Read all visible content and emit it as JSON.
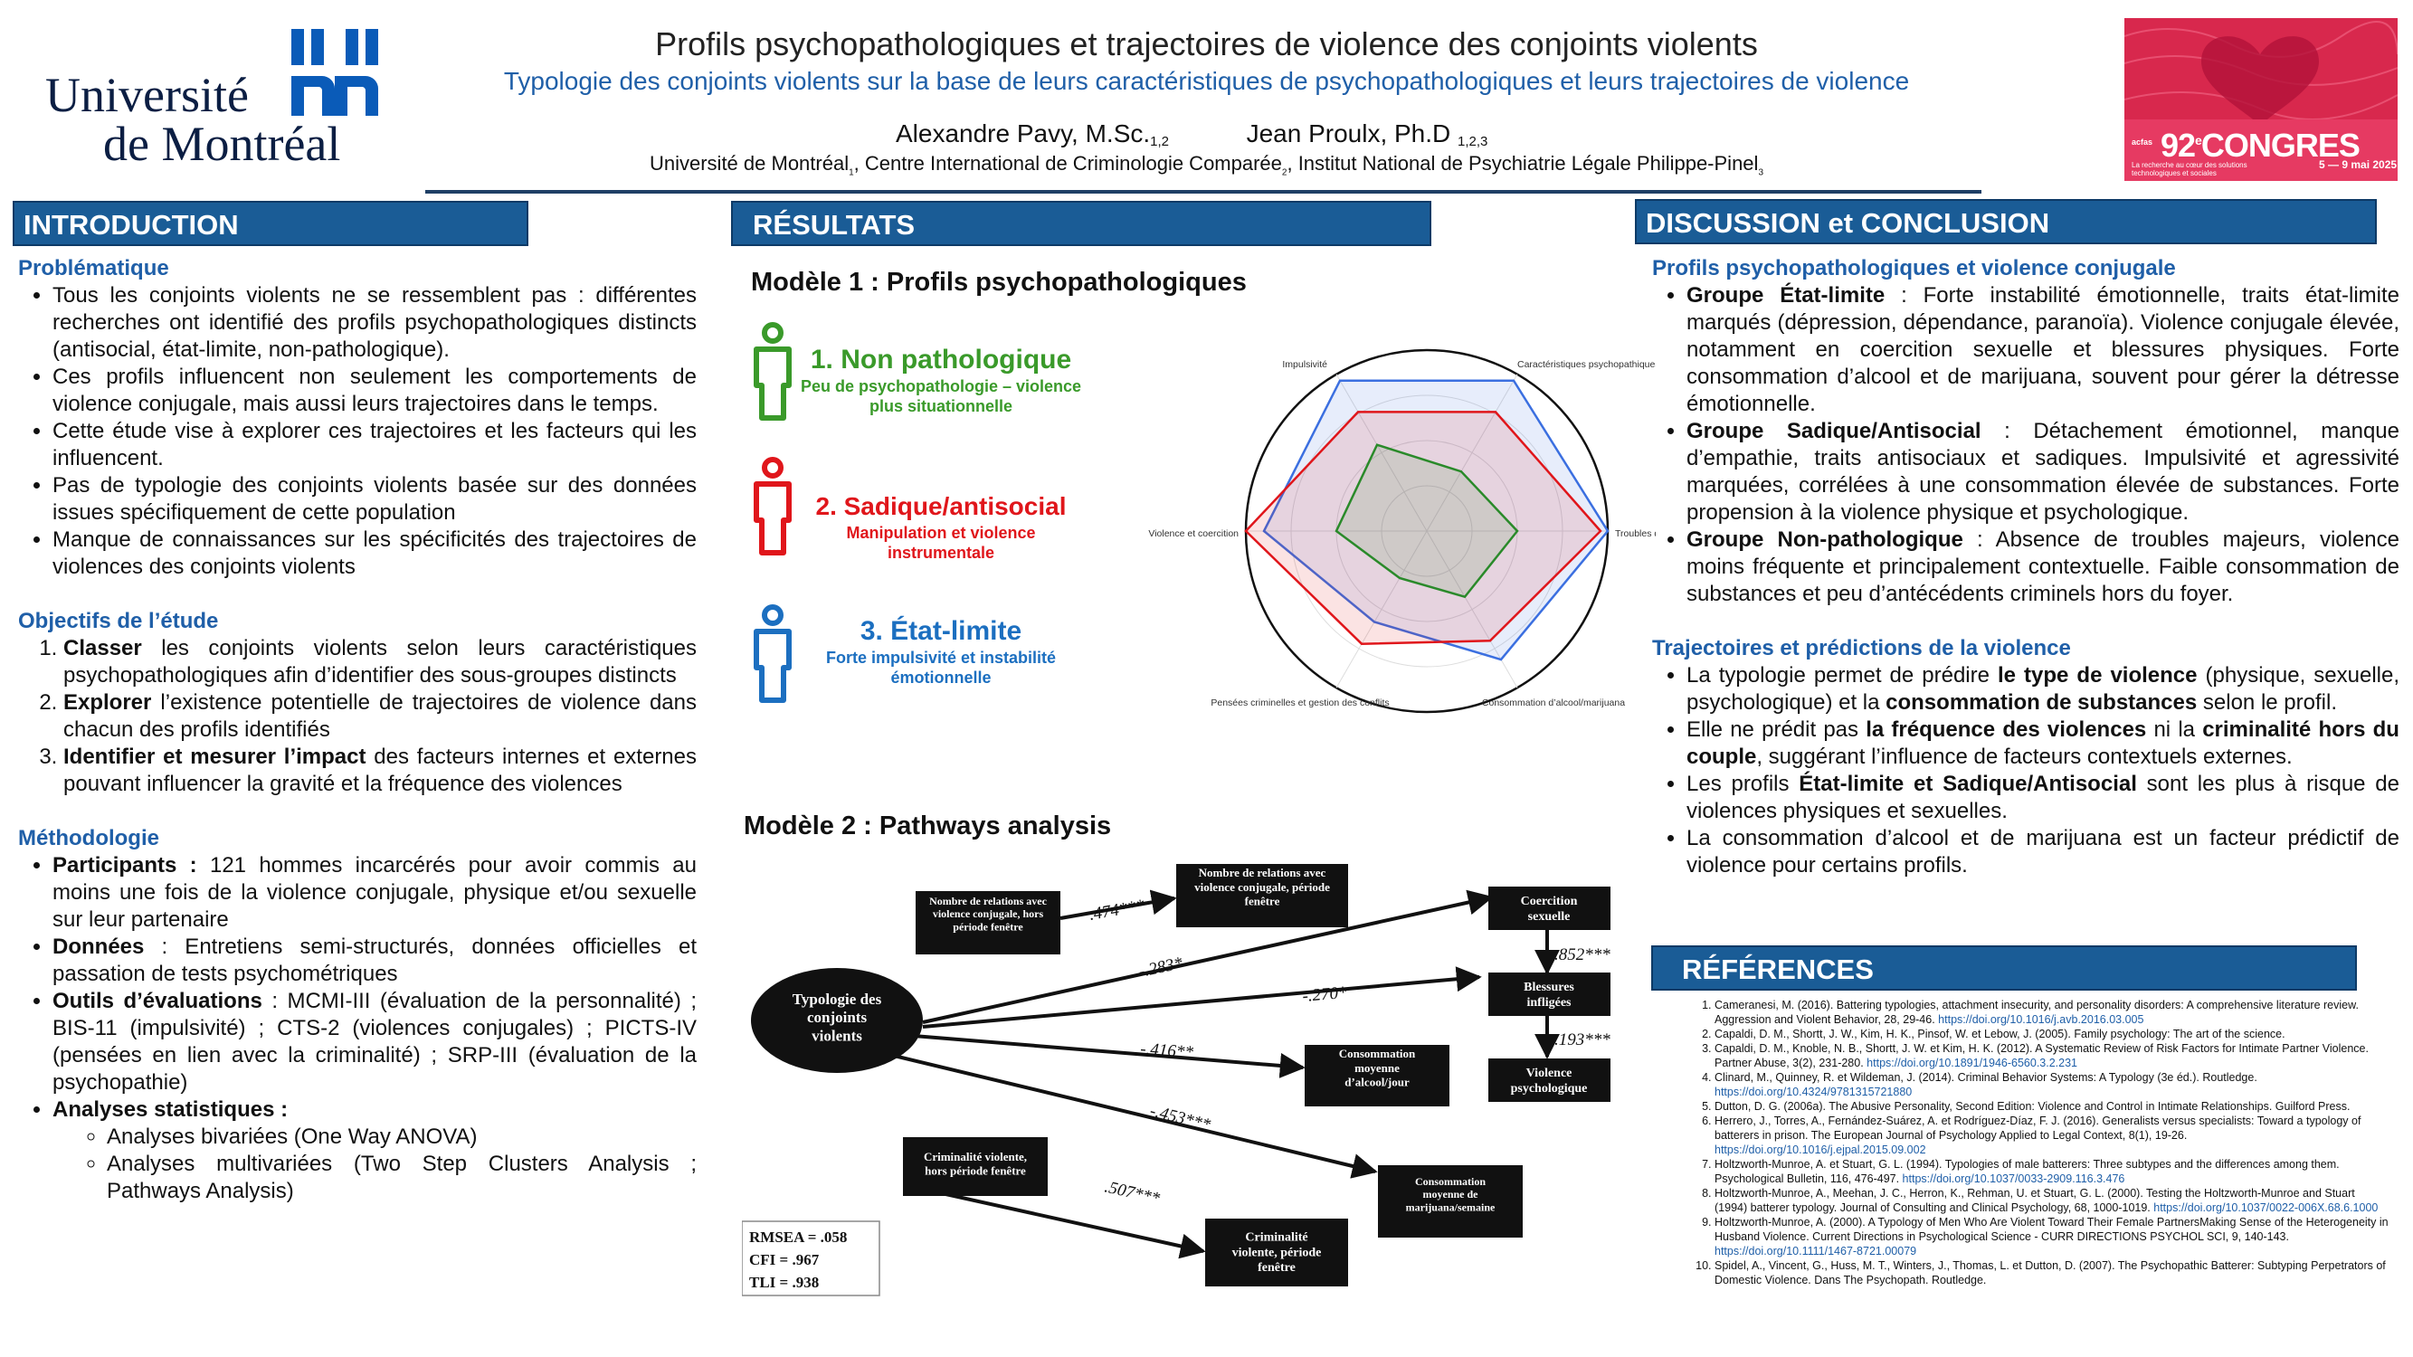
{
  "header": {
    "title": "Profils psychopathologiques et trajectoires de violence des conjoints violents",
    "subtitle": "Typologie des conjoints violents sur la base de leurs caractéristiques de psychopathologiques et leurs trajectoires de violence",
    "author1": "Alexandre Pavy, M.Sc.",
    "author1_aff": "1,2",
    "author2": "Jean Proulx, Ph.D",
    "author2_aff": "1,2,3",
    "inst1": "Université de Montréal",
    "inst2": ", Centre International de Criminologie Comparée",
    "inst3": ", Institut National de Psychiatrie Légale Philippe-Pinel",
    "sup1": "1",
    "sup2": "2",
    "sup3": "3"
  },
  "logo": {
    "line1": "Université",
    "line2": "de Montréal",
    "congres_num": "92",
    "congres_word": "CONGRES",
    "congres_tag": "La recherche au cœur des solutions technologiques et sociales",
    "congres_dates": "5 — 9 mai 2025",
    "congres_brand": "acfas"
  },
  "intro": {
    "heading": "INTRODUCTION",
    "problem_title": "Problématique",
    "problem_items": [
      "Tous les conjoints violents ne se ressemblent pas : différentes recherches ont identifié des profils psychopathologiques distincts (antisocial, état-limite, non-pathologique).",
      "Ces profils influencent non seulement les comportements de violence conjugale, mais aussi leurs trajectoires dans le temps.",
      "Cette étude vise à explorer ces trajectoires et les facteurs qui les influencent.",
      "Pas de typologie des conjoints violents basée sur des données issues spécifiquement de cette population",
      "Manque de connaissances sur les spécificités des trajectoires de violences des conjoints violents"
    ],
    "objectives_title": "Objectifs de l’étude",
    "objectives": [
      {
        "bold": "Classer",
        "text": " les conjoints violents selon leurs caractéristiques psychopathologiques afin d’identifier des sous-groupes distincts"
      },
      {
        "bold": "Explorer",
        "text": " l’existence potentielle de trajectoires de violence dans chacun des profils identifiés"
      },
      {
        "bold": "Identifier et mesurer l’impact",
        "text": " des facteurs internes et externes pouvant influencer la gravité et la fréquence des violences"
      }
    ],
    "method_title": "Méthodologie",
    "method_items": [
      {
        "bold": "Participants :",
        "text": " 121 hommes incarcérés pour avoir commis au moins une fois de la violence conjugale, physique et/ou sexuelle sur leur partenaire"
      },
      {
        "bold": "Données",
        "text": " : Entretiens semi-structurés, données officielles et passation de tests psychométriques"
      },
      {
        "bold": "Outils d’évaluations",
        "text": " : MCMI-III (évaluation de la personnalité) ; BIS-11 (impulsivité) ; CTS-2 (violences conjugales) ; PICTS-IV (pensées en lien avec la criminalité) ; SRP-III (évaluation de la psychopathie)"
      },
      {
        "bold": "Analyses statistiques :",
        "text": ""
      }
    ],
    "analyses": [
      "Analyses bivariées (One Way ANOVA)",
      "Analyses multivariées (Two Step Clusters Analysis ; Pathways Analysis)"
    ]
  },
  "results": {
    "heading": "RÉSULTATS",
    "model1_title": "Modèle 1 : Profils psychopathologiques",
    "profiles": [
      {
        "title": "1. Non pathologique",
        "desc": "Peu de psychopathologie – violence plus situationnelle",
        "color": "#3a9a2a"
      },
      {
        "title": "2. Sadique/antisocial",
        "desc": "Manipulation et violence instrumentale",
        "color": "#e0161b"
      },
      {
        "title": "3. État-limite",
        "desc": "Forte impulsivité et instabilité émotionnelle",
        "color": "#1c6fc0"
      }
    ],
    "model2_title": "Modèle 2 : Pathways analysis"
  },
  "chart_data": {
    "type": "radar",
    "categories": [
      "Impulsivité",
      "Caractéristiques psychopathiques",
      "Troubles de la personnalité",
      "Consommation d’alcool/marijuana",
      "Pensées criminelles et gestion des conflits",
      "Violence et coercition"
    ],
    "series": [
      {
        "color": "#3b6fe0",
        "values": [
          0.96,
          0.96,
          1.0,
          0.82,
          0.58,
          0.9
        ]
      },
      {
        "color": "#e0161b",
        "values": [
          0.76,
          0.76,
          0.96,
          0.7,
          0.72,
          1.0
        ]
      },
      {
        "color": "#2a8a2a",
        "values": [
          0.55,
          0.38,
          0.5,
          0.42,
          0.3,
          0.5
        ]
      }
    ],
    "grid": true
  },
  "pathways": {
    "nodes": {
      "typologie": "Typologie des conjoints violents",
      "nb_relations_hors": "Nombre de relations avec violence conjugale, hors période fenêtre",
      "nb_relations_fen": "Nombre de relations avec violence conjugale, période fenêtre",
      "coercition": "Coercition sexuelle",
      "blessures": "Blessures infligées",
      "violence_psy": "Violence psychologique",
      "conso_jour": "Consommation moyenne d’alcool/jour",
      "crim_hors": "Criminalité violente, hors période fenêtre",
      "conso_semaine": "Consommation moyenne de marijuana/semaine",
      "crim_fen": "Criminalité violente, période fenêtre"
    },
    "coefs": {
      "c474": ".474***",
      "c283": "-.283*",
      "c270": "-.270*",
      "c416": "-.416**",
      "c453": "-.453***",
      "c507": ".507***",
      "c852": ".852***",
      "c193": ".193***"
    },
    "fit": [
      "RMSEA = .058",
      "CFI = .967",
      "TLI = .938"
    ]
  },
  "discussion": {
    "heading": "DISCUSSION et CONCLUSION",
    "t1": "Profils psychopathologiques et violence conjugale",
    "groups": [
      {
        "bold": "Groupe État-limite",
        "text": " : Forte instabilité émotionnelle, traits état-limite marqués (dépression, dépendance, paranoïa). Violence conjugale élevée, notamment en coercition sexuelle et blessures physiques. Forte consommation d’alcool et de marijuana, souvent pour gérer la détresse émotionnelle."
      },
      {
        "bold": "Groupe Sadique/Antisocial",
        "text": " : Détachement émotionnel, manque d’empathie, traits antisociaux et sadiques. Impulsivité et agressivité marquées, corrélées à une consommation élevée de substances. Forte propension à la violence physique et psychologique."
      },
      {
        "bold": "Groupe Non-pathologique",
        "text": " : Absence de troubles majeurs, violence moins fréquente et principalement contextuelle. Faible consommation de substances et peu d’antécédents criminels hors du foyer."
      }
    ],
    "t2": "Trajectoires et prédictions de la violence",
    "traj": [
      {
        "parts": [
          [
            "La typologie permet de prédire ",
            false
          ],
          [
            "le type de violence",
            true
          ],
          [
            " (physique, sexuelle, psychologique) et la ",
            false
          ],
          [
            "consommation de substances",
            true
          ],
          [
            " selon le profil.",
            false
          ]
        ]
      },
      {
        "parts": [
          [
            "Elle ne prédit pas ",
            false
          ],
          [
            "la fréquence des violences",
            true
          ],
          [
            " ni la ",
            false
          ],
          [
            "criminalité hors du couple",
            true
          ],
          [
            ", suggérant l’influence de facteurs contextuels externes.",
            false
          ]
        ]
      },
      {
        "parts": [
          [
            "Les profils ",
            false
          ],
          [
            "État-limite et Sadique/Antisocial",
            true
          ],
          [
            " sont les plus à risque de violences physiques et sexuelles.",
            false
          ]
        ]
      },
      {
        "parts": [
          [
            "La consommation d’alcool et de marijuana est un facteur prédictif de violence pour certains profils.",
            false
          ]
        ]
      }
    ]
  },
  "references": {
    "heading": "RÉFÉRENCES",
    "items": [
      {
        "text": "Cameranesi, M. (2016). Battering typologies, attachment insecurity, and personality disorders: A comprehensive literature review. Aggression and Violent Behavior, 28, 29-46. ",
        "link": "https://doi.org/10.1016/j.avb.2016.03.005"
      },
      {
        "text": "Capaldi, D. M., Shortt, J. W., Kim, H. K., Pinsof, W. et Lebow, J. (2005). Family psychology: The art of the science.",
        "link": ""
      },
      {
        "text": "Capaldi, D. M., Knoble, N. B., Shortt, J. W. et Kim, H. K. (2012). A Systematic Review of Risk Factors for Intimate Partner Violence. Partner Abuse, 3(2), 231-280. ",
        "link": "https://doi.org/10.1891/1946-6560.3.2.231"
      },
      {
        "text": "Clinard, M., Quinney, R. et Wildeman, J. (2014). Criminal Behavior Systems: A Typology (3e éd.). Routledge. ",
        "link": "https://doi.org/10.4324/9781315721880"
      },
      {
        "text": "Dutton, D. G. (2006a). The Abusive Personality, Second Edition: Violence and Control in Intimate Relationships. Guilford Press.",
        "link": ""
      },
      {
        "text": "Herrero, J., Torres, A., Fernández-Suárez, A. et Rodríguez-Díaz, F. J. (2016). Generalists versus specialists: Toward a typology of batterers in prison. The European Journal of Psychology Applied to Legal Context, 8(1), 19-26. ",
        "link": "https://doi.org/10.1016/j.ejpal.2015.09.002"
      },
      {
        "text": "Holtzworth-Munroe, A. et Stuart, G. L. (1994). Typologies of male batterers: Three subtypes and the differences among them. Psychological Bulletin, 116, 476-497. ",
        "link": "https://doi.org/10.1037/0033-2909.116.3.476"
      },
      {
        "text": "Holtzworth-Munroe, A., Meehan, J. C., Herron, K., Rehman, U. et Stuart, G. L. (2000). Testing the Holtzworth-Munroe and Stuart (1994) batterer typology. Journal of Consulting and Clinical Psychology, 68, 1000-1019. ",
        "link": "https://doi.org/10.1037/0022-006X.68.6.1000"
      },
      {
        "text": "Holtzworth-Munroe, A. (2000). A Typology of Men Who Are Violent Toward Their Female PartnersMaking Sense of the Heterogeneity in Husband Violence. Current Directions in Psychological Science - CURR DIRECTIONS PSYCHOL SCI, 9, 140-143. ",
        "link": "https://doi.org/10.1111/1467-8721.00079"
      },
      {
        "text": "Spidel, A., Vincent, G., Huss, M. T., Winters, J., Thomas, L. et Dutton, D. (2007). The Psychopathic Batterer: Subtyping Perpetrators of Domestic Violence. Dans The Psychopath. Routledge.",
        "link": ""
      }
    ]
  }
}
